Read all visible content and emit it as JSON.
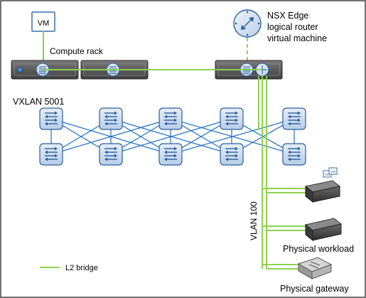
{
  "labels": {
    "vm": "VM",
    "compute_rack": "Compute rack",
    "nsx_edge_line1": "NSX Edge",
    "nsx_edge_line2": "logical router",
    "nsx_edge_line3": "virtual machine",
    "vxlan": "VXLAN 5001",
    "vlan": "VLAN 100",
    "physical_workload": "Physical workload",
    "physical_gateway": "Physical gateway",
    "legend_l2_bridge": "L2 bridge",
    "mini_vm_1": "VM",
    "mini_vm_2": "VM"
  },
  "icons": {
    "vm": "vm-box-icon",
    "nsx_edge": "router-circle-icon",
    "compute_switch": "switch-icon",
    "vxlan_switch": "switch-icon",
    "physical_workload": "server-icon",
    "physical_gateway": "gateway-icon"
  },
  "colors": {
    "l2_bridge": "#8ed14f",
    "dashed_link": "#8ed14f",
    "switch_fill": "#c6daf2",
    "switch_stroke": "#2c5f99",
    "mesh_link": "#1f6fc2",
    "rack_fill": "#5e5e5e",
    "server_fill": "#555555",
    "border": "#444444"
  }
}
